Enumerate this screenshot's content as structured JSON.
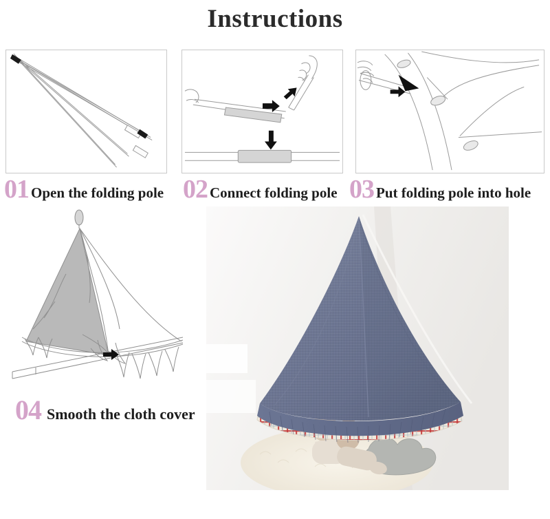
{
  "title": "Instructions",
  "steps": [
    {
      "number": "01",
      "label": "Open the folding pole",
      "illustration": "folding-poles-line-drawing"
    },
    {
      "number": "02",
      "label": "Connect folding pole",
      "illustration": "hands-connecting-poles-line-drawing"
    },
    {
      "number": "03",
      "label": "Put folding pole into hole",
      "illustration": "pole-into-fabric-hole-line-drawing"
    },
    {
      "number": "04",
      "label": "Smooth the cloth cover",
      "illustration": "assembled-canopy-line-drawing"
    }
  ],
  "photo": {
    "alt": "Blue chambray cone canopy mounted in a room corner with ruffled skirt, red plaid trim, plush bunny toys and a grey cloud cushion on a cream shaggy rug",
    "canopy_color": "#6f7894",
    "canopy_shadow_color": "#5d6681",
    "ruffle_color": "#667091",
    "plaid_base_color": "#efe9dd",
    "plaid_line_color": "#c3393a",
    "plaid_accent_color": "#a9bcc4",
    "wall_color": "#f3f2f0",
    "wall_shadow_color": "#e6e4e1",
    "rug_color": "#f4efe3",
    "toy_color": "#d9c7b4",
    "toy_body_color": "#e6ded3",
    "cloud_cushion_color": "#b4b6b2"
  },
  "colors": {
    "accent_pink": "#d4a3c9",
    "title_dark": "#2b2b2b",
    "label_dark": "#1d1d1d",
    "panel_border": "#c9c9c9",
    "line_art": "#8a8a8a",
    "line_art_dark": "#141414",
    "shade_gray": "#c9c9c9"
  }
}
